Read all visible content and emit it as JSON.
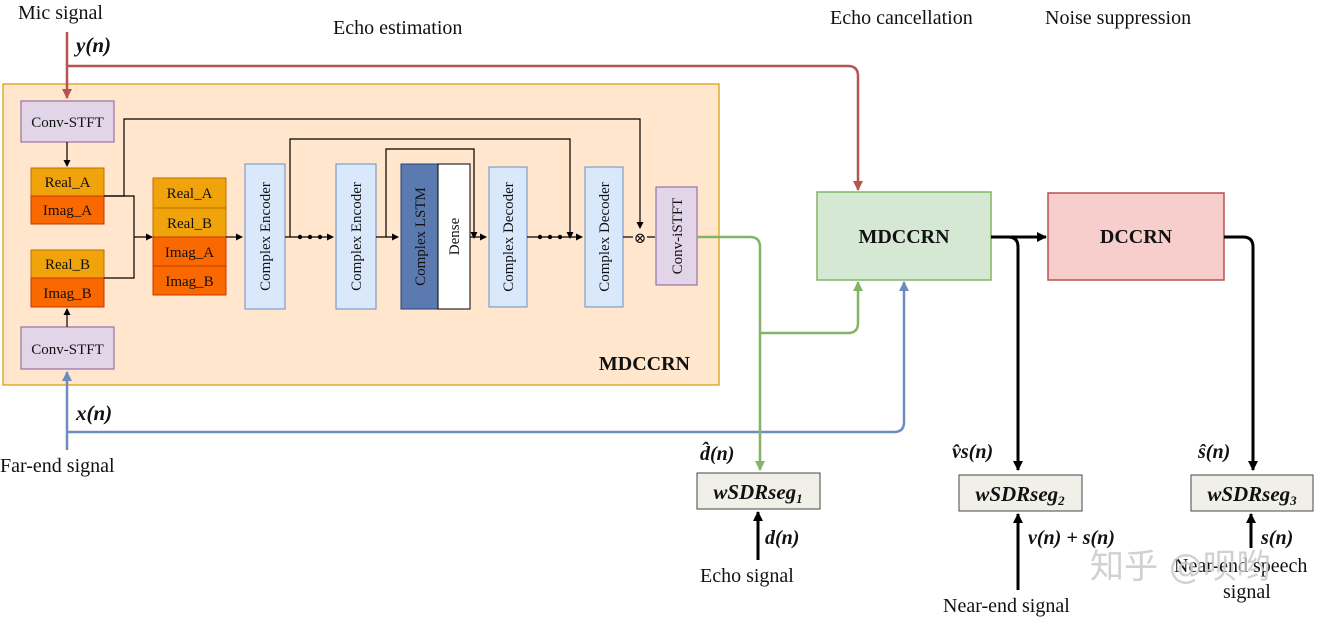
{
  "labels": {
    "mic_signal": "Mic signal",
    "mic_math": "y(n)",
    "echo_estimation": "Echo estimation",
    "echo_cancellation": "Echo cancellation",
    "noise_suppression": "Noise suppression",
    "far_end_signal": "Far-end signal",
    "far_math": "x(n)",
    "echo_signal": "Echo signal",
    "near_end_signal": "Near-end signal",
    "near_end_speech_line1": "Near-end speech",
    "near_end_speech_line2": "signal"
  },
  "inner": {
    "title": "MDCCRN",
    "conv_stft_top": "Conv-STFT",
    "conv_stft_bottom": "Conv-STFT",
    "real_a": "Real_A",
    "imag_a": "Imag_A",
    "real_b": "Real_B",
    "imag_b": "Imag_B",
    "stack": [
      "Real_A",
      "Real_B",
      "Imag_A",
      "Imag_B"
    ],
    "encoder1": "Complex Encoder",
    "encoder2": "Complex Encoder",
    "lstm": "Complex LSTM",
    "dense": "Dense",
    "decoder1": "Complex Decoder",
    "decoder2": "Complex Decoder",
    "istft": "Conv-iSTFT",
    "multiply_symbol": "⊗"
  },
  "blocks": {
    "mdccrn": "MDCCRN",
    "dccrn": "DCCRN"
  },
  "losses": {
    "loss1": {
      "base": "wSDRseg",
      "sub": "1",
      "est": "d̂(n)",
      "ref": "d(n)"
    },
    "loss2": {
      "base": "wSDRseg",
      "sub": "2",
      "est": "v̂s(n)",
      "ref": "v(n) + s(n)"
    },
    "loss3": {
      "base": "wSDRseg",
      "sub": "3",
      "est": "ŝ(n)",
      "ref": "s(n)"
    }
  },
  "watermark": "知乎 @呗哟",
  "colors": {
    "mic_line": "#b85450",
    "far_line": "#6c8ebf",
    "green_line": "#82b366",
    "black_line": "#000000",
    "outer_fill": "#ffe6cc",
    "outer_stroke": "#d79b00",
    "purple_fill": "#e1d5e7",
    "purple_stroke": "#9673a6",
    "orange_light": "#f0a30a",
    "orange_dark": "#fa6800",
    "blue_light": "#dae8fc",
    "blue_dark": "#5b7ab0",
    "mdccrn_fill": "#d5e8d4",
    "mdccrn_stroke": "#82b366",
    "dccrn_fill": "#f8cecc",
    "dccrn_stroke": "#b85450",
    "loss_fill": "#f0efe8"
  }
}
